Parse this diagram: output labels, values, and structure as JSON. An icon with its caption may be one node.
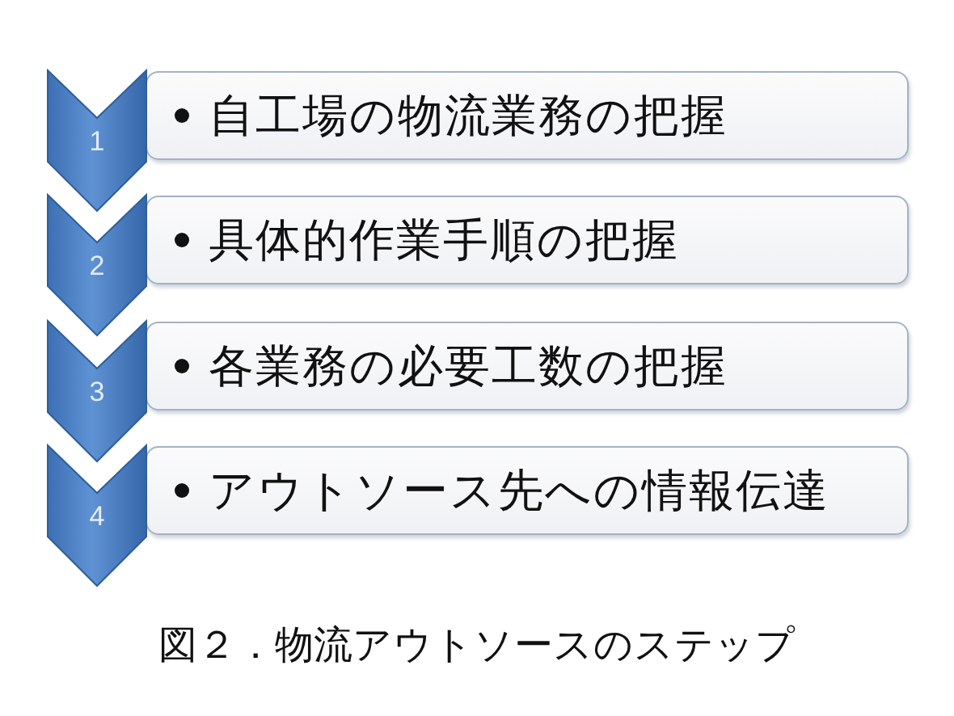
{
  "diagram": {
    "caption": "図２．物流アウトソースのステップ",
    "nodes": [
      {
        "text": [
          "1"
        ]
      },
      {
        "text": [
          "自工場の物流業務の把握"
        ]
      },
      {
        "text": [
          "2"
        ]
      },
      {
        "text": [
          "具体的作業手順の把握"
        ]
      },
      {
        "text": [
          "3"
        ]
      },
      {
        "text": [
          "各業務の必要工数の把握"
        ]
      },
      {
        "text": [
          "4"
        ]
      },
      {
        "text": [
          "アウトソース先への情報伝達"
        ]
      }
    ]
  }
}
